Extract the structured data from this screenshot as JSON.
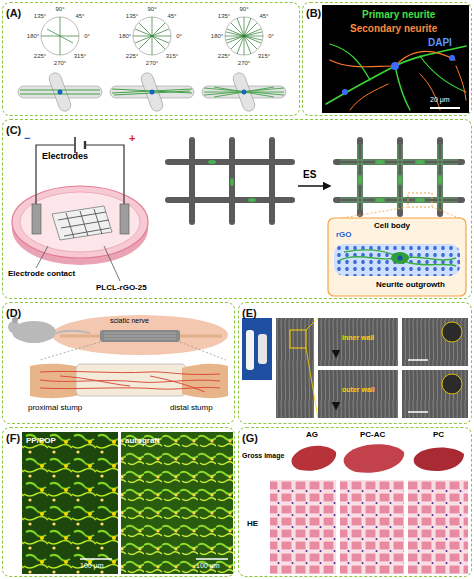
{
  "diagram": {
    "nodes": [
      {
        "text": [
          "(A)"
        ]
      },
      {
        "text": [
          "(B)"
        ]
      },
      {
        "text": [
          "(C)"
        ]
      },
      {
        "text": [
          "(D)"
        ]
      },
      {
        "text": [
          "(E)"
        ]
      },
      {
        "text": [
          "(F)"
        ]
      },
      {
        "text": [
          "(G)"
        ]
      }
    ],
    "labels": [
      "90°",
      "45°",
      "135°",
      "180°",
      "0°",
      "225°",
      "270°",
      "315°",
      "90°",
      "45°",
      "135°",
      "180°",
      "0°",
      "225°",
      "270°",
      "315°",
      "90°",
      "45°",
      "135°",
      "180°",
      "0°",
      "225°",
      "270°",
      "315°",
      "Primary neurite",
      "Secondary neurite",
      "DAPI",
      "20 μm",
      "Electrodes",
      "+",
      "−",
      "Electrode contact",
      "PLCL-rGO-25",
      "ES",
      "Cell body",
      "Neurite outgrowth",
      "rGO",
      "sciatic nerve",
      "proximal stump",
      "distal stump",
      "inner wall",
      "outer wall",
      "PP/POP",
      "autograft",
      "100 μm",
      "100 μm",
      "AG",
      "PC-AC",
      "PC",
      "Gross image",
      "HE"
    ]
  }
}
